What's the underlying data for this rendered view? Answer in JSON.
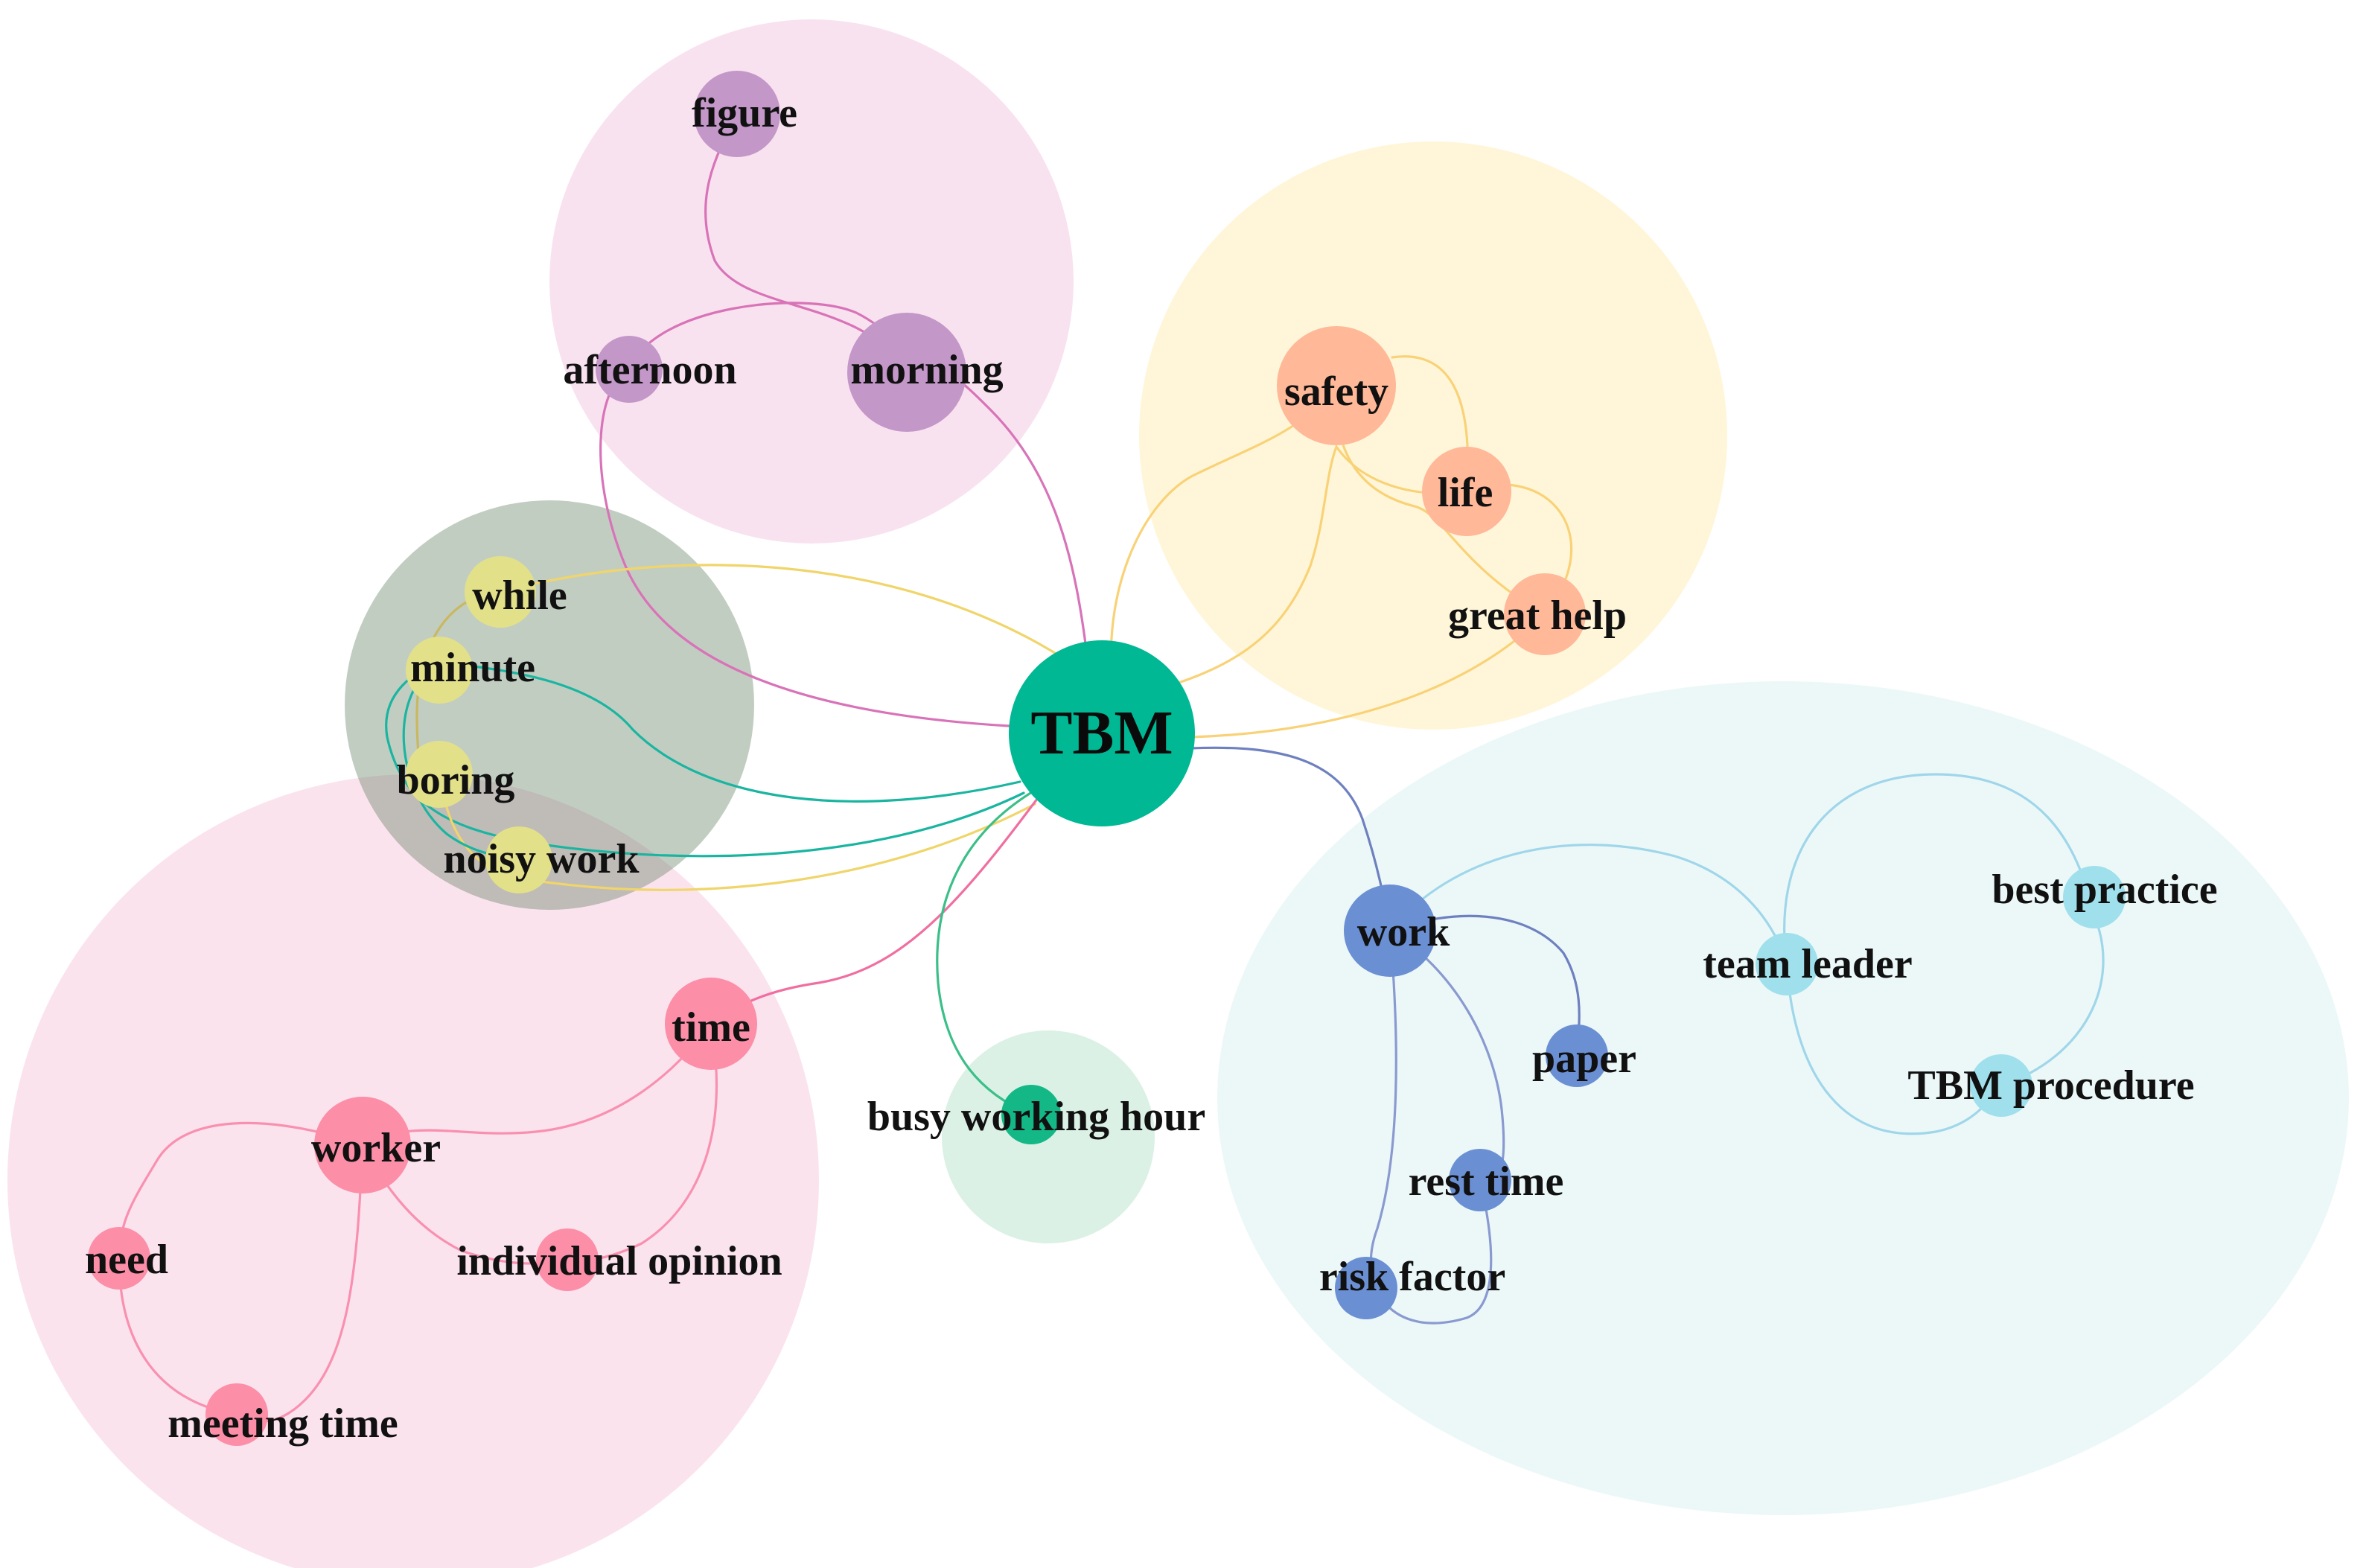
{
  "center": {
    "label": "TBM",
    "color": "#00b894"
  },
  "clusters": [
    {
      "id": "c-time",
      "color": "#f48fb1",
      "nodes": [
        "need",
        "worker",
        "time",
        "individual opinion",
        "meeting time"
      ]
    },
    {
      "id": "c-minute",
      "color": "#4f6f4f",
      "nodes": [
        "while",
        "minute",
        "boring",
        "noisy work"
      ]
    },
    {
      "id": "c-morning",
      "color": "#e6a8c8",
      "nodes": [
        "figure",
        "afternoon",
        "morning"
      ]
    },
    {
      "id": "c-safety",
      "color": "#fde9a6",
      "nodes": [
        "safety",
        "life",
        "great help"
      ]
    },
    {
      "id": "c-work",
      "color": "#cdeff3",
      "nodes": [
        "work",
        "paper",
        "rest time",
        "risk factor",
        "team leader",
        "best practice",
        "TBM procedure"
      ]
    },
    {
      "id": "c-busy",
      "color": "#a9dfc2",
      "nodes": [
        "busy working hour"
      ]
    }
  ],
  "nodes": [
    {
      "id": "figure",
      "label": "figure",
      "color": "#c497c9"
    },
    {
      "id": "afternoon",
      "label": "afternoon",
      "color": "#c497c9"
    },
    {
      "id": "morning",
      "label": "morning",
      "color": "#c497c9"
    },
    {
      "id": "safety",
      "label": "safety",
      "color": "#ffb898"
    },
    {
      "id": "life",
      "label": "life",
      "color": "#ffb898"
    },
    {
      "id": "great-help",
      "label": "great help",
      "color": "#ffb898"
    },
    {
      "id": "while",
      "label": "while",
      "color": "#e3e08a"
    },
    {
      "id": "minute",
      "label": "minute",
      "color": "#e3e08a"
    },
    {
      "id": "boring",
      "label": "boring",
      "color": "#e3e08a"
    },
    {
      "id": "noisy-work",
      "label": "noisy work",
      "color": "#e3e08a"
    },
    {
      "id": "time",
      "label": "time",
      "color": "#fc8ea8"
    },
    {
      "id": "worker",
      "label": "worker",
      "color": "#fc8ea8"
    },
    {
      "id": "need",
      "label": "need",
      "color": "#fc8ea8"
    },
    {
      "id": "individual-opinion",
      "label": "individual opinion",
      "color": "#fc8ea8"
    },
    {
      "id": "meeting-time",
      "label": "meeting time",
      "color": "#fc8ea8"
    },
    {
      "id": "busy-working-hour",
      "label": "busy working hour",
      "color": "#13b886"
    },
    {
      "id": "work",
      "label": "work",
      "color": "#6a8fd3"
    },
    {
      "id": "paper",
      "label": "paper",
      "color": "#6a8fd3"
    },
    {
      "id": "rest-time",
      "label": "rest time",
      "color": "#6a8fd3"
    },
    {
      "id": "risk-factor",
      "label": "risk factor",
      "color": "#6a8fd3"
    },
    {
      "id": "team-leader",
      "label": "team leader",
      "color": "#9fe0ec"
    },
    {
      "id": "best-practice",
      "label": "best practice",
      "color": "#9fe0ec"
    },
    {
      "id": "tbm-procedure",
      "label": "TBM procedure",
      "color": "#9fe0ec"
    }
  ],
  "edges": [
    {
      "from": "TBM",
      "to": "morning",
      "color": "#d873b8"
    },
    {
      "from": "TBM",
      "to": "afternoon",
      "color": "#d873b8"
    },
    {
      "from": "afternoon",
      "to": "morning",
      "color": "#d873b8"
    },
    {
      "from": "figure",
      "to": "morning",
      "color": "#d873b8"
    },
    {
      "from": "TBM",
      "to": "safety",
      "color": "#f9d277"
    },
    {
      "from": "TBM",
      "to": "life",
      "color": "#f9d277"
    },
    {
      "from": "TBM",
      "to": "great help",
      "color": "#f9d277"
    },
    {
      "from": "safety",
      "to": "life",
      "color": "#f9d277"
    },
    {
      "from": "safety",
      "to": "great help",
      "color": "#f9d277"
    },
    {
      "from": "life",
      "to": "great help",
      "color": "#f9d277"
    },
    {
      "from": "TBM",
      "to": "while",
      "color": "#f0d56a"
    },
    {
      "from": "TBM",
      "to": "minute",
      "color": "#1ab5a0"
    },
    {
      "from": "TBM",
      "to": "boring",
      "color": "#1ab5a0"
    },
    {
      "from": "TBM",
      "to": "noisy work",
      "color": "#f0d56a"
    },
    {
      "from": "while",
      "to": "boring",
      "color": "#f0d56a"
    },
    {
      "from": "minute",
      "to": "noisy work",
      "color": "#1ab5a0"
    },
    {
      "from": "TBM",
      "to": "time",
      "color": "#f06fa0"
    },
    {
      "from": "time",
      "to": "worker",
      "color": "#f990b0"
    },
    {
      "from": "time",
      "to": "individual opinion",
      "color": "#f990b0"
    },
    {
      "from": "worker",
      "to": "need",
      "color": "#f990b0"
    },
    {
      "from": "worker",
      "to": "individual opinion",
      "color": "#f990b0"
    },
    {
      "from": "worker",
      "to": "meeting time",
      "color": "#f990b0"
    },
    {
      "from": "need",
      "to": "meeting time",
      "color": "#f990b0"
    },
    {
      "from": "TBM",
      "to": "busy working hour",
      "color": "#3bbf88"
    },
    {
      "from": "TBM",
      "to": "work",
      "color": "#6f80c0"
    },
    {
      "from": "work",
      "to": "paper",
      "color": "#6f80c0"
    },
    {
      "from": "work",
      "to": "rest time",
      "color": "#8a9ad0"
    },
    {
      "from": "work",
      "to": "risk factor",
      "color": "#8a9ad0"
    },
    {
      "from": "work",
      "to": "team leader",
      "color": "#9fd6ea"
    },
    {
      "from": "team leader",
      "to": "best practice",
      "color": "#9fd6ea"
    },
    {
      "from": "team leader",
      "to": "TBM procedure",
      "color": "#9fd6ea"
    },
    {
      "from": "best practice",
      "to": "TBM procedure",
      "color": "#9fd6ea"
    }
  ]
}
